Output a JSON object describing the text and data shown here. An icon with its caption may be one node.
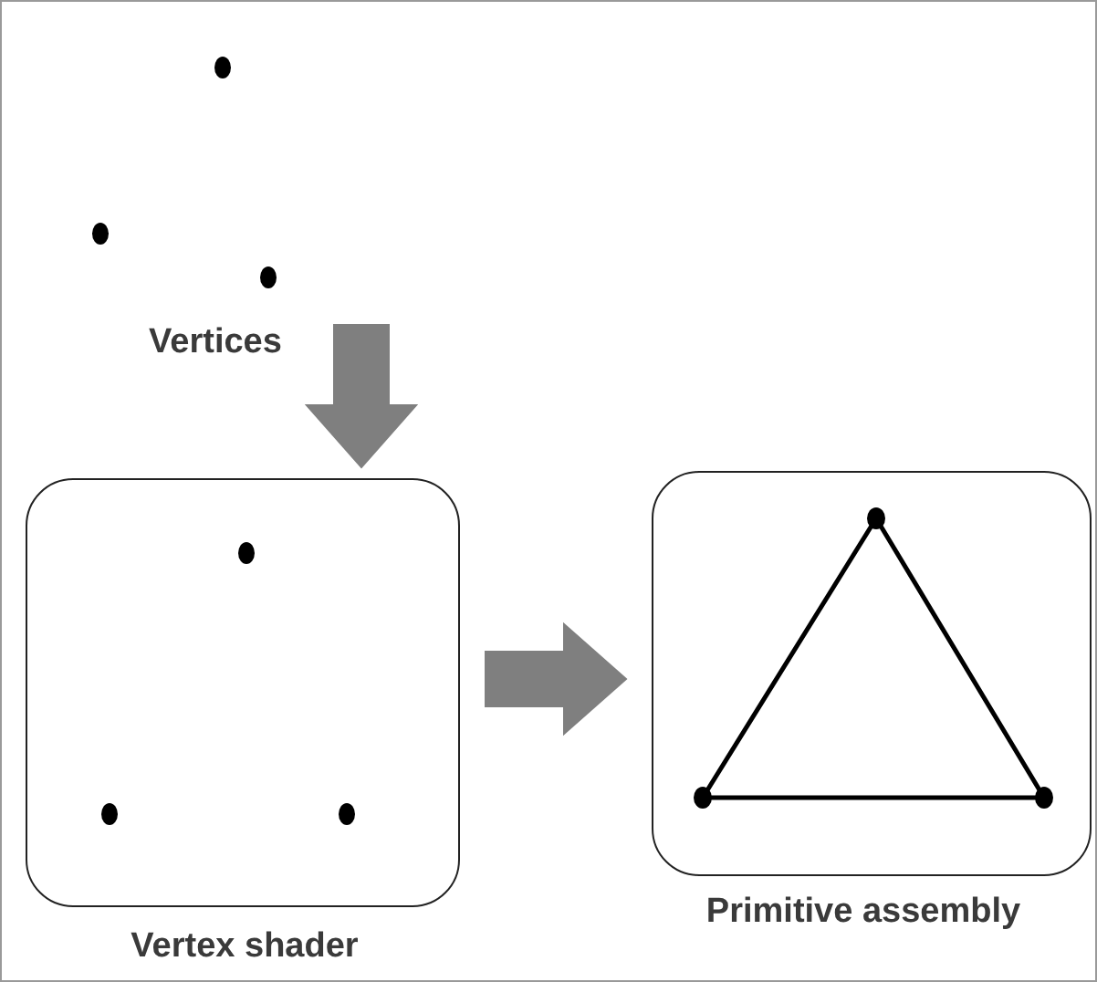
{
  "diagram": {
    "nodes": [
      {
        "text": [
          "Vertices"
        ]
      },
      {
        "text": [
          "Vertex shader"
        ]
      },
      {
        "text": [
          "Primitive assembly"
        ]
      }
    ],
    "edges": [
      {
        "from": 0,
        "to": 1,
        "arrow": "to",
        "style": "thick"
      },
      {
        "from": 1,
        "to": 2,
        "arrow": "to",
        "style": "thick"
      }
    ]
  }
}
